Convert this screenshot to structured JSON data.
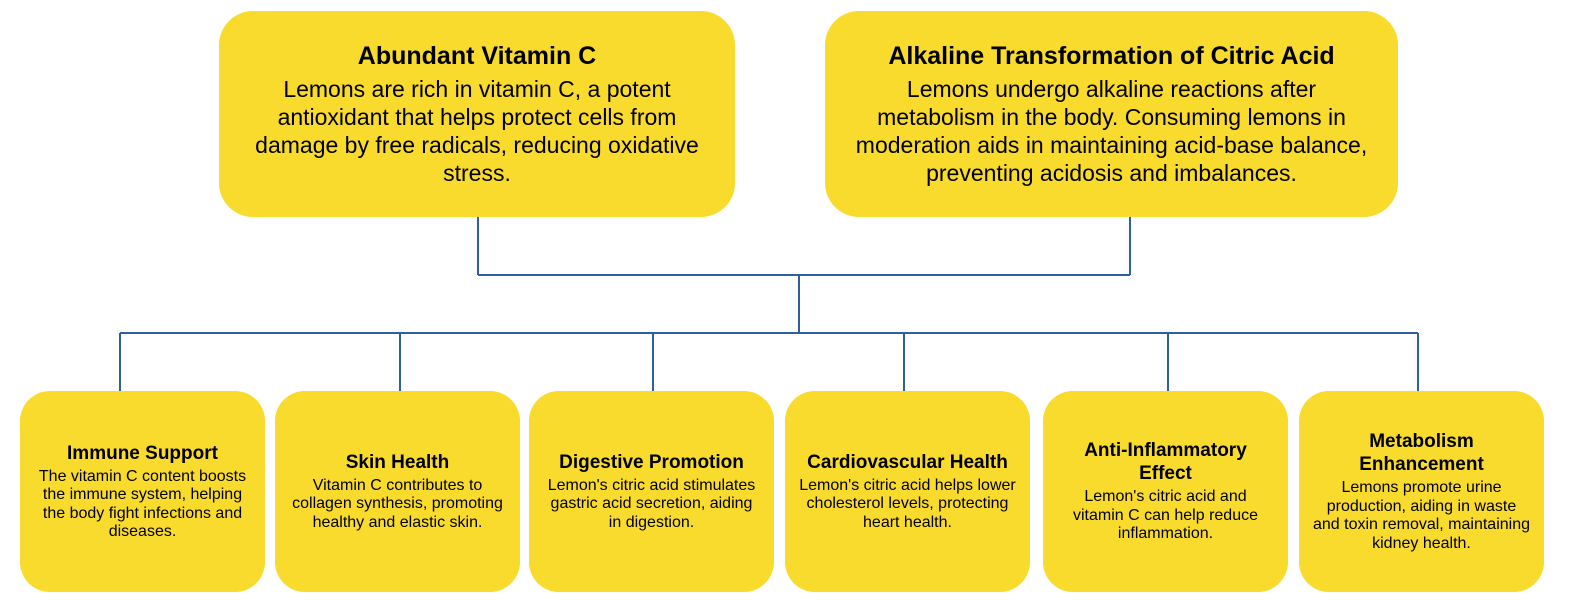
{
  "colors": {
    "box_fill": "#F8DB2C",
    "connector": "#2E5FA3",
    "text": "#000000"
  },
  "top_nodes": [
    {
      "title": "Abundant Vitamin C",
      "description": "Lemons are rich in vitamin C, a potent antioxidant that helps protect cells from damage by free radicals, reducing oxidative stress."
    },
    {
      "title": "Alkaline Transformation of Citric Acid",
      "description": "Lemons undergo alkaline reactions after metabolism in the body. Consuming lemons in moderation aids in maintaining acid-base balance, preventing acidosis and imbalances."
    }
  ],
  "bottom_nodes": [
    {
      "title": "Immune Support",
      "description": "The vitamin C content boosts the immune system, helping the body fight infections and diseases."
    },
    {
      "title": "Skin Health",
      "description": "Vitamin C contributes to collagen synthesis, promoting healthy and elastic skin."
    },
    {
      "title": "Digestive Promotion",
      "description": "Lemon's citric acid stimulates gastric acid secretion, aiding in digestion."
    },
    {
      "title": "Cardiovascular Health",
      "description": "Lemon's citric acid helps lower cholesterol levels, protecting heart health."
    },
    {
      "title": "Anti-Inflammatory Effect",
      "description": "Lemon's citric acid and vitamin C can help reduce inflammation."
    },
    {
      "title": "Metabolism Enhancement",
      "description": "Lemons promote urine production, aiding in waste and toxin removal, maintaining kidney health."
    }
  ]
}
